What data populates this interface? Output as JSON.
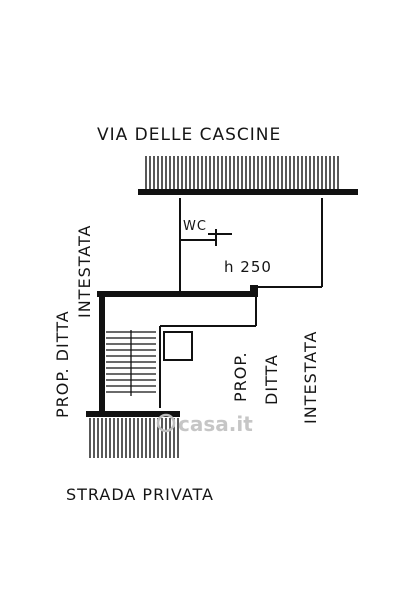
{
  "labels": {
    "top_street": "VIA DELLE CASCINE",
    "bottom_street": "STRADA PRIVATA",
    "wc": "WC",
    "height": "h 250",
    "left_owner_1": "PROP. DITTA",
    "left_owner_2": "INTESTATA",
    "right_owner_1": "PROP.",
    "right_owner_2": "DITTA",
    "right_owner_3": "INTESTATA",
    "watermark": "casa.it"
  },
  "colors": {
    "ink": "#111111",
    "watermark": "#bdbdbd"
  }
}
